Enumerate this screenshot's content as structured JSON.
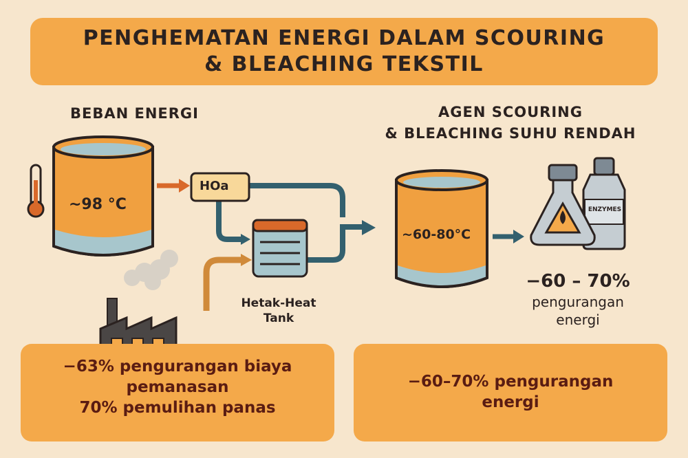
{
  "title": {
    "line1": "PENGHEMATAN ENERGI DALAM SCOURING",
    "line2": "& BLEACHING TEKSTIL"
  },
  "left": {
    "heading": "BEBAN ENERGI",
    "tank_temp": "~98 °C",
    "exchanger_label": "HOa",
    "heat_tank_line1": "Hetak-Heat",
    "heat_tank_line2": "Tank",
    "panel_line1": "−63% pengurangan biaya",
    "panel_line2": "pemanasan",
    "panel_line3": "70% pemulihan panas"
  },
  "right": {
    "heading_line1": "AGEN SCOURING",
    "heading_line2": "& BLEACHING SUHU RENDAH",
    "tank_temp": "~60-80°C",
    "bottle_label": "ENZYMES",
    "stat_value": "−60 – 70%",
    "stat_line1": "pengurangan",
    "stat_line2": "energi",
    "panel_line1": "−60–70% pengurangan",
    "panel_line2": "energi"
  },
  "colors": {
    "background": "#f7e6cd",
    "accent_orange": "#f4a94a",
    "tank_orange": "#f0a040",
    "water_blue": "#a7c6cc",
    "pipe_teal": "#33606e",
    "arrow_orange": "#d9692a",
    "outline": "#2b2220",
    "panel_text": "#5a1c12"
  },
  "icons": [
    "thermometer-icon",
    "factory-icon",
    "smoke-icon",
    "flask-icon",
    "bottle-icon",
    "droplet-icon"
  ]
}
